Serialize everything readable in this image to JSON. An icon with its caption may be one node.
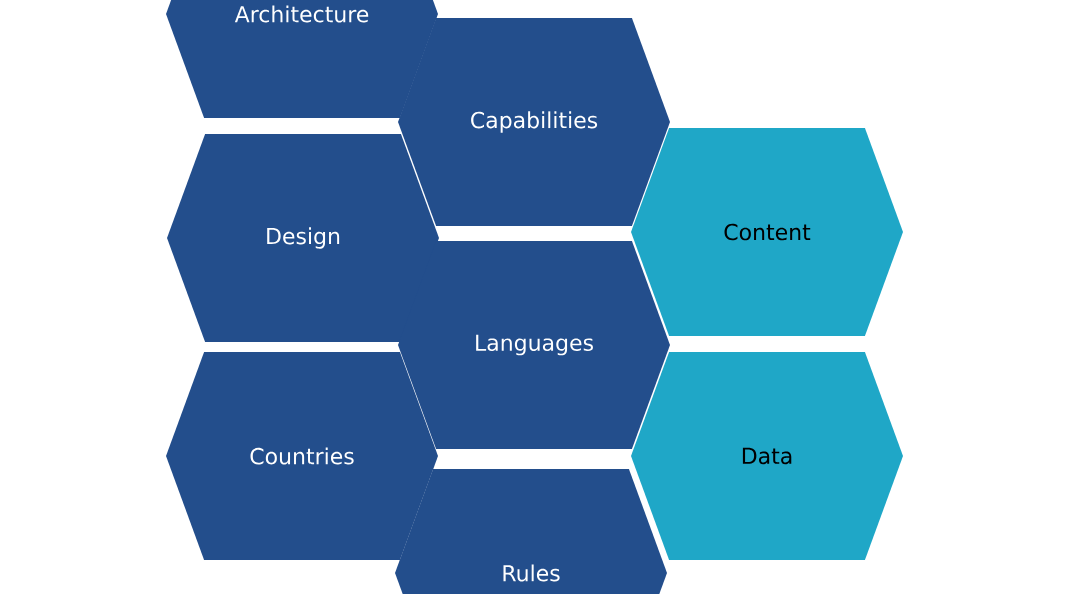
{
  "diagram": {
    "nodes": [
      {
        "text": [
          "Architecture"
        ]
      },
      {
        "text": [
          "Capabilities"
        ]
      },
      {
        "text": [
          "Design"
        ]
      },
      {
        "text": [
          "Content"
        ]
      },
      {
        "text": [
          "Languages"
        ]
      },
      {
        "text": [
          "Countries"
        ]
      },
      {
        "text": [
          "Data"
        ]
      },
      {
        "text": [
          "Rules"
        ]
      }
    ]
  }
}
